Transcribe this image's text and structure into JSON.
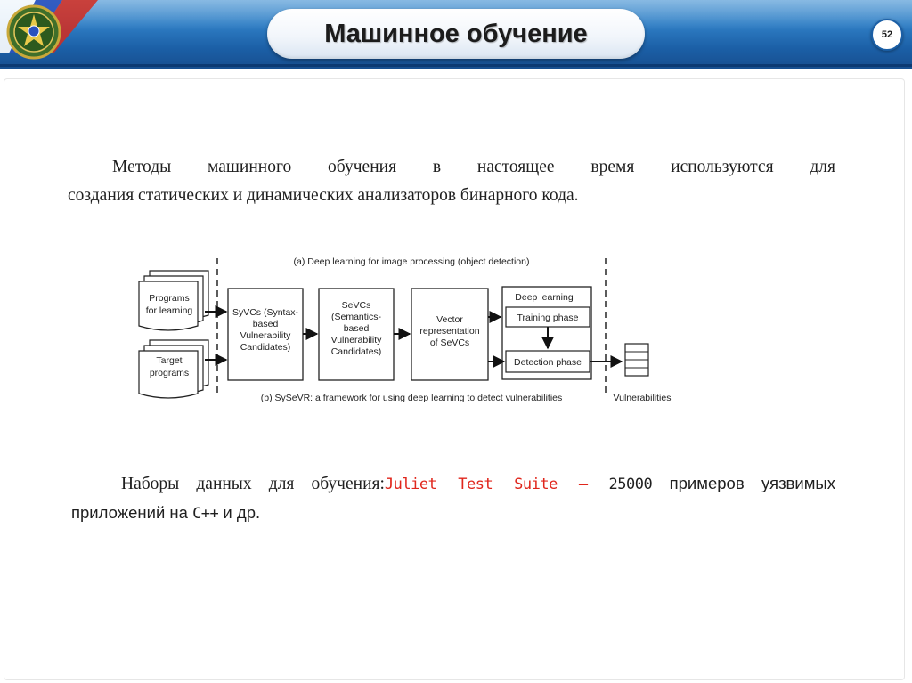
{
  "header": {
    "title": "Машинное обучение",
    "page_number": "52",
    "colors": {
      "bar": "#1b5fa6",
      "flag_white": "#ffffff",
      "flag_blue": "#2a52be",
      "flag_red": "#d52b1e"
    }
  },
  "intro": {
    "line1": "Методы машинного обучения в настоящее время используются для",
    "line2": "создания статических и динамических анализаторов бинарного кода."
  },
  "diagram": {
    "caption_a": "(a) Deep learning for image processing (object detection)",
    "caption_b": "(b) SySeVR: a framework for using deep learning to detect vulnerabilities",
    "inputs": [
      {
        "lines": [
          "Programs",
          "for learning"
        ]
      },
      {
        "lines": [
          "Target",
          "programs"
        ]
      }
    ],
    "syvcs": [
      "SyVCs (Syntax-",
      "based",
      "Vulnerability",
      "Candidates)"
    ],
    "sevcs": [
      "SeVCs",
      "(Semantics-",
      "based",
      "Vulnerability",
      "Candidates)"
    ],
    "vector": [
      "Vector",
      "representation",
      "of SeVCs"
    ],
    "deep_learning": {
      "title": "Deep learning",
      "training": "Training phase",
      "detection": "Detection phase"
    },
    "output": "Vulnerabilities"
  },
  "datasets": {
    "prefix": "Наборы данных для обучения:",
    "highlight": "Juliet Test Suite",
    "dash": " – ",
    "count": "25000",
    "rest_line1": " примеров уязвимых",
    "line2_a": "приложений на ",
    "lang": "C++",
    "line2_b": " и др."
  }
}
